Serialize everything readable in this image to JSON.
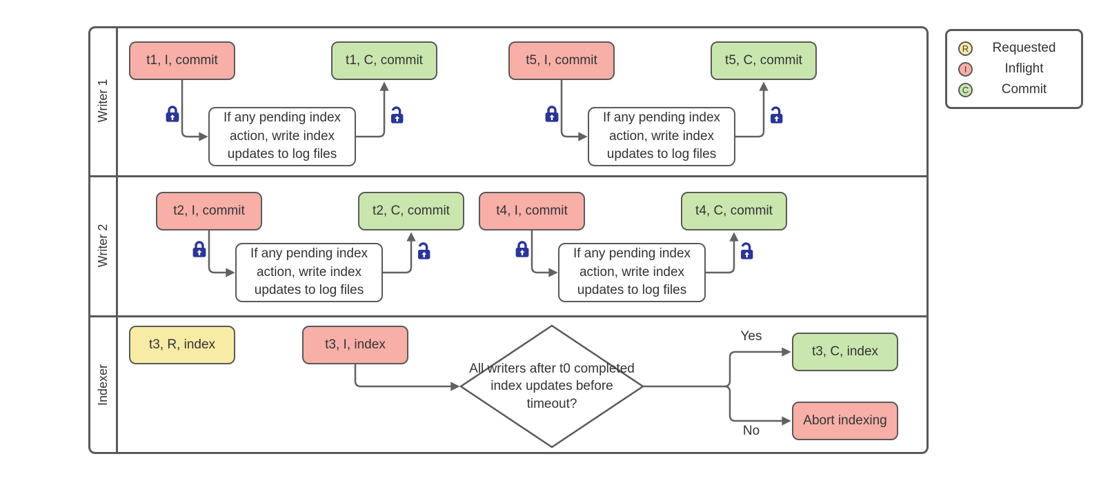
{
  "lanes": [
    {
      "label": "Writer 1"
    },
    {
      "label": "Writer 2"
    },
    {
      "label": "Indexer"
    }
  ],
  "process_note": "If any pending index action, write index updates to log files",
  "nodes": {
    "t1_inflight": "t1, I, commit",
    "t1_commit": "t1, C, commit",
    "t5_inflight": "t5, I, commit",
    "t5_commit": "t5, C, commit",
    "t2_inflight": "t2, I, commit",
    "t2_commit": "t2, C, commit",
    "t4_inflight": "t4, I, commit",
    "t4_commit": "t4, C, commit",
    "t3_requested": "t3, R, index",
    "t3_inflight": "t3, I, index",
    "t3_commit": "t3, C, index",
    "abort": "Abort indexing"
  },
  "decision": {
    "text": "All writers after t0 completed index updates before timeout?",
    "yes_label": "Yes",
    "no_label": "No"
  },
  "legend": {
    "items": [
      {
        "letter": "R",
        "label": "Requested",
        "color": "#f7eba6"
      },
      {
        "letter": "I",
        "label": "Inflight",
        "color": "#f8afa8"
      },
      {
        "letter": "C",
        "label": "Commit",
        "color": "#cae6af"
      }
    ]
  },
  "icons": {
    "closed_lock": "closed-lock-icon",
    "open_lock": "open-lock-icon",
    "arrowhead": "arrowhead-icon"
  },
  "colors": {
    "inflight_fill": "#f8afa8",
    "commit_fill": "#cae6af",
    "requested_fill": "#f7eba6",
    "border": "#595959",
    "connector": "#616161",
    "lock_blue": "#2b3596",
    "text": "#333333"
  }
}
